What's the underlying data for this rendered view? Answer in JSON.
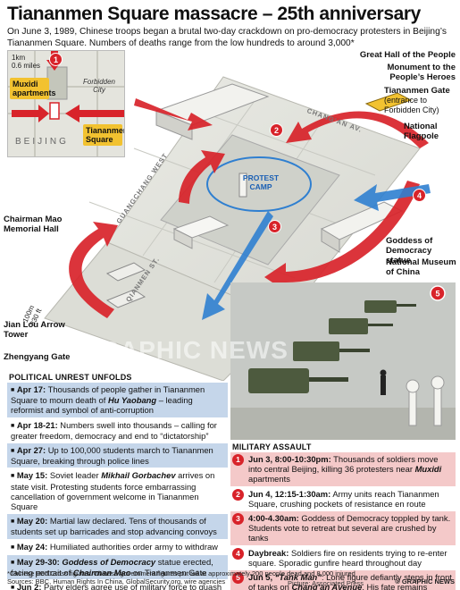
{
  "header": {
    "title": "Tiananmen Square massacre – 25th anniversary",
    "intro": "On June 3, 1989, Chinese troops began a brutal two-day crackdown on pro-democracy protesters in Beijing’s Tiananmen Square. Numbers of deaths range from the low hundreds to around 3,000*"
  },
  "inset_map": {
    "scale_top": "1km",
    "scale_bottom": "0.6 miles",
    "city": "BEIJING",
    "forbidden_city": "Forbidden City",
    "muxidi": "Muxidi apartments",
    "tiananmen": "Tiananmen Square",
    "badge": "1"
  },
  "map": {
    "protest_camp": "PROTEST CAMP",
    "road_changan": "CHANG'AN AV.",
    "road_qianmen": "QIANMEN ST.",
    "road_guangchang": "GUANGCHANG WEST",
    "scale_top": "100m",
    "scale_bottom": "330 ft",
    "badges": [
      "1",
      "2",
      "3",
      "4",
      "5"
    ],
    "labels": {
      "great_hall": "Great Hall of the People",
      "monument": "Monument to the People’s Heroes",
      "tiananmen_gate": "Tiananmen Gate",
      "tiananmen_gate_sub": "(entrance to Forbidden City)",
      "flagpole": "National Flagpole",
      "mao_hall": "Chairman Mao Memorial Hall",
      "goddess": "Goddess of Democracy statue",
      "museum": "National Museum of China",
      "jian_lou": "Jian Lou Arrow Tower",
      "zhengyang": "Zhengyang Gate"
    }
  },
  "watermark": "GRAPHIC NEWS",
  "timeline": {
    "heading": "POLITICAL UNREST UNFOLDS",
    "items": [
      {
        "date": "Apr 17:",
        "pre": " Thousands of people gather in Tiananmen Square to mourn death of ",
        "em": "Hu Yaobang",
        "post": " – leading reformist and symbol of anti-corruption",
        "style": "blue"
      },
      {
        "date": "Apr 18-21:",
        "pre": " Numbers swell into thousands – calling for greater freedom, democracy and end to “dictatorship”",
        "em": "",
        "post": "",
        "style": "white"
      },
      {
        "date": "Apr 27:",
        "pre": " Up to 100,000 students march to Tiananmen Square, breaking through police lines",
        "em": "",
        "post": "",
        "style": "blue"
      },
      {
        "date": "May 15:",
        "pre": " Soviet leader ",
        "em": "Mikhail Gorbachev",
        "post": " arrives on state visit. Protesting students force embarrassing cancellation of government welcome in Tiananmen Square",
        "style": "white"
      },
      {
        "date": "May 20:",
        "pre": " Martial law declared. Tens of thousands of students set up barricades and stop advancing convoys",
        "em": "",
        "post": "",
        "style": "blue"
      },
      {
        "date": "May 24:",
        "pre": " Humiliated authorities order army to withdraw",
        "em": "",
        "post": "",
        "style": "white"
      },
      {
        "date": "May 29-30:",
        "pre": " ",
        "em": "Goddess of Democracy",
        "post": " statue erected, facing portrait of ",
        "em2": "Chairman Mao",
        "post2": " on Tiananmen Gate",
        "style": "blue"
      },
      {
        "date": "Jun 2:",
        "pre": " Party elders agree use of military force to quash rebellion",
        "em": "",
        "post": "",
        "style": "white"
      }
    ]
  },
  "assault": {
    "heading": "MILITARY ASSAULT",
    "items": [
      {
        "num": "1",
        "date": "Jun 3, 8:00-10:30pm:",
        "pre": " Thousands of soldiers move into central Beijing, killing 36 protesters near ",
        "em": "Muxidi",
        "post": " apartments",
        "style": "pink"
      },
      {
        "num": "2",
        "date": "Jun 4, 12:15-1:30am:",
        "pre": " Army units reach Tiananmen Square, crushing pockets of resistance en route",
        "em": "",
        "post": "",
        "style": "white"
      },
      {
        "num": "3",
        "date": "4:00-4.30am:",
        "pre": " Goddess of Democracy toppled by tank. Students vote to retreat but several are crushed by tanks",
        "em": "",
        "post": "",
        "style": "pink"
      },
      {
        "num": "4",
        "date": "Daybreak:",
        "pre": " Soldiers fire on residents trying to re-enter square. Sporadic gunfire heard throughout day",
        "em": "",
        "post": "",
        "style": "white"
      },
      {
        "num": "5",
        "date": "Jun 5, ",
        "dateem": "“Tank Man”",
        "pre": ": Lone figure defiantly steps in front of tanks on ",
        "em": "Chang’an Avenue",
        "post": ". His fate remains unknown",
        "style": "pink"
      }
    ]
  },
  "footer": {
    "note": "*Chinese Red Cross figures. Chinese government figures put toll at approximately 200 people dead and 8,000 injured",
    "sources": "Sources: BBC, Human Rights In China, GlobalSecurity.org, wire agencies",
    "picture": "Picture: Associated Press",
    "copyright": "© GRAPHIC NEWS"
  },
  "colors": {
    "arrow_red": "#d8232a",
    "arrow_blue": "#2f7fd0",
    "timeline_blue": "#c5d6ea",
    "assault_pink": "#f4c9c9"
  }
}
